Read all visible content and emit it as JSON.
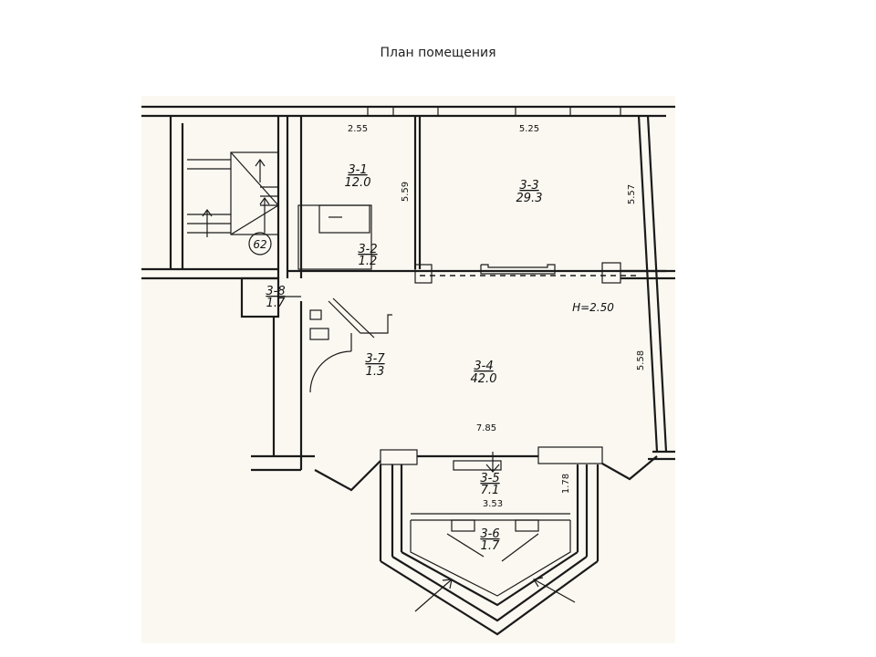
{
  "title": "План помещения",
  "plan": {
    "ceiling_height": "H=2.50",
    "stair_number": "62",
    "rooms": [
      {
        "id": "r31",
        "number": "3-1",
        "area": "12.0"
      },
      {
        "id": "r32",
        "number": "3-2",
        "area": "1.2"
      },
      {
        "id": "r33",
        "number": "3-3",
        "area": "29.3"
      },
      {
        "id": "r34",
        "number": "3-4",
        "area": "42.0"
      },
      {
        "id": "r35",
        "number": "3-5",
        "area": "7.1"
      },
      {
        "id": "r36",
        "number": "3-6",
        "area": "1.7"
      },
      {
        "id": "r37",
        "number": "3-7",
        "area": "1.3"
      },
      {
        "id": "r38",
        "number": "3-8",
        "area": "1.7"
      }
    ],
    "dimensions": {
      "d255": "2.55",
      "d525": "5.25",
      "d559": "5.59",
      "d557": "5.57",
      "d558": "5.58",
      "d785": "7.85",
      "d178": "1.78",
      "d353": "3.53"
    }
  }
}
